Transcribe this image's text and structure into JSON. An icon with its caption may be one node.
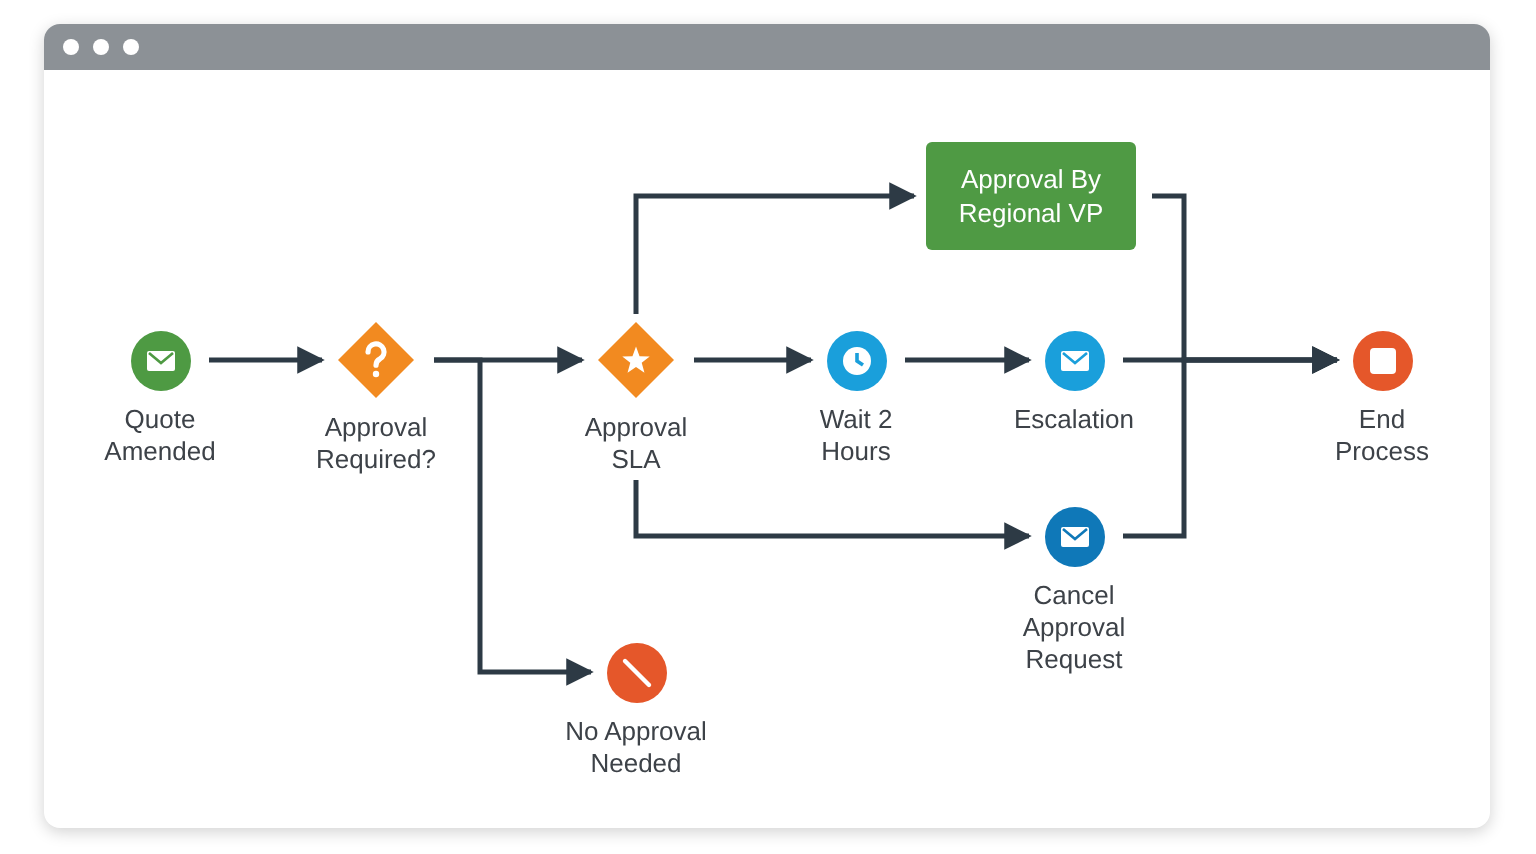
{
  "diagram": {
    "nodes": [
      {
        "text": [
          "Quote Amended"
        ]
      },
      {
        "text": [
          "Approval Required?"
        ]
      },
      {
        "text": [
          "Approval SLA"
        ]
      },
      {
        "text": [
          "Approval By Regional VP"
        ]
      },
      {
        "text": [
          "Wait 2 Hours"
        ]
      },
      {
        "text": [
          "Escalation"
        ]
      },
      {
        "text": [
          "End Process"
        ]
      },
      {
        "text": [
          "Cancel Approval Request"
        ]
      },
      {
        "text": [
          "No Approval Needed"
        ]
      }
    ],
    "edges": [
      {
        "from": 0,
        "to": 1,
        "arrow": "to"
      },
      {
        "from": 1,
        "to": 2,
        "arrow": "to"
      },
      {
        "from": 1,
        "to": 8,
        "arrow": "to"
      },
      {
        "from": 2,
        "to": 3,
        "arrow": "to"
      },
      {
        "from": 2,
        "to": 4,
        "arrow": "to"
      },
      {
        "from": 4,
        "to": 5,
        "arrow": "to"
      },
      {
        "from": 2,
        "to": 7,
        "arrow": "to"
      },
      {
        "from": 3,
        "to": 6,
        "arrow": "to"
      },
      {
        "from": 5,
        "to": 6,
        "arrow": "to"
      },
      {
        "from": 7,
        "to": 6,
        "arrow": "to"
      }
    ]
  }
}
